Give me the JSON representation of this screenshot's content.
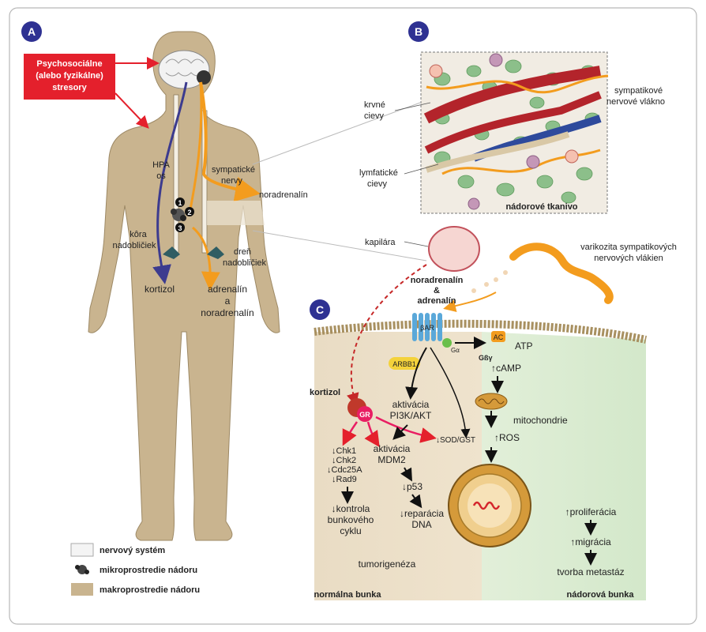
{
  "panels": {
    "a": "A",
    "b": "B",
    "c": "C"
  },
  "stressors": {
    "line1": "Psychosociálne",
    "line2": "(alebo fyzikálne)",
    "line3": "stresory"
  },
  "body": {
    "hpa_line1": "HPA",
    "hpa_line2": "os",
    "sympathetic_line1": "sympatické",
    "sympathetic_line2": "nervy",
    "noradrenaline": "noradrenalín",
    "cortex_line1": "kôra",
    "cortex_line2": "nadobličiek",
    "medulla_line1": "dreň",
    "medulla_line2": "nadobličiek",
    "cortisol": "kortizol",
    "adr_line1": "adrenalín",
    "adr_line2": "a",
    "adr_line3": "noradrenalín",
    "step1": "1",
    "step2": "2",
    "step3": "3"
  },
  "tissue": {
    "vessels_line1": "krvné",
    "vessels_line2": "cievy",
    "lymph_line1": "lymfatické",
    "lymph_line2": "cievy",
    "fiber_line1": "sympatikové",
    "fiber_line2": "nervové vlákno",
    "tumor_tissue": "nádorové tkanivo"
  },
  "cell": {
    "capillary": "kapilára",
    "varicosity_line1": "varikozita sympatikových",
    "varicosity_line2": "nervových vlákien",
    "na_line1": "noradrenalín",
    "na_line2": "&",
    "na_line3": "adrenalín",
    "receptor": "βAR",
    "arbb1": "ARBB1",
    "galpha": "Gα",
    "gbg": "Gßγ",
    "ac": "AC",
    "atp": "ATP",
    "camp": "↑cAMP",
    "mito": "mitochondrie",
    "ros": "↑ROS",
    "cortisol": "kortizol",
    "gr": "GR",
    "pi3k_line1": "aktivácia",
    "pi3k_line2": "PI3K/AKT",
    "mdm2_line1": "aktivácia",
    "mdm2_line2": "MDM2",
    "sod": "↓SOD/GST",
    "chk1": "↓Chk1",
    "chk2": "↓Chk2",
    "cdc": "↓Cdc25A",
    "rad": "↓Rad9",
    "ctrl_line1": "↓kontrola",
    "ctrl_line2": "bunkového",
    "ctrl_line3": "cyklu",
    "p53": "↓p53",
    "repair_line1": "↓reparácia",
    "repair_line2": "DNA",
    "prolif": "↑proliferácia",
    "migr": "↑migrácia",
    "meta": "tvorba metastáz",
    "tumorigenesis": "tumorigenéza",
    "normal": "normálna bunka",
    "tumor_cell": "nádorová bunka"
  },
  "legend": {
    "nervous": "nervový systém",
    "micro": "mikroprostredie nádoru",
    "macro": "makroprostredie nádoru"
  },
  "colors": {
    "panel_badge": "#2e3192",
    "stress_red": "#e4202c",
    "orange": "#f39c1e",
    "body": "#c9b48f",
    "hpa_blue": "#3c3b8f",
    "tumor_green": "#d8ead2"
  }
}
